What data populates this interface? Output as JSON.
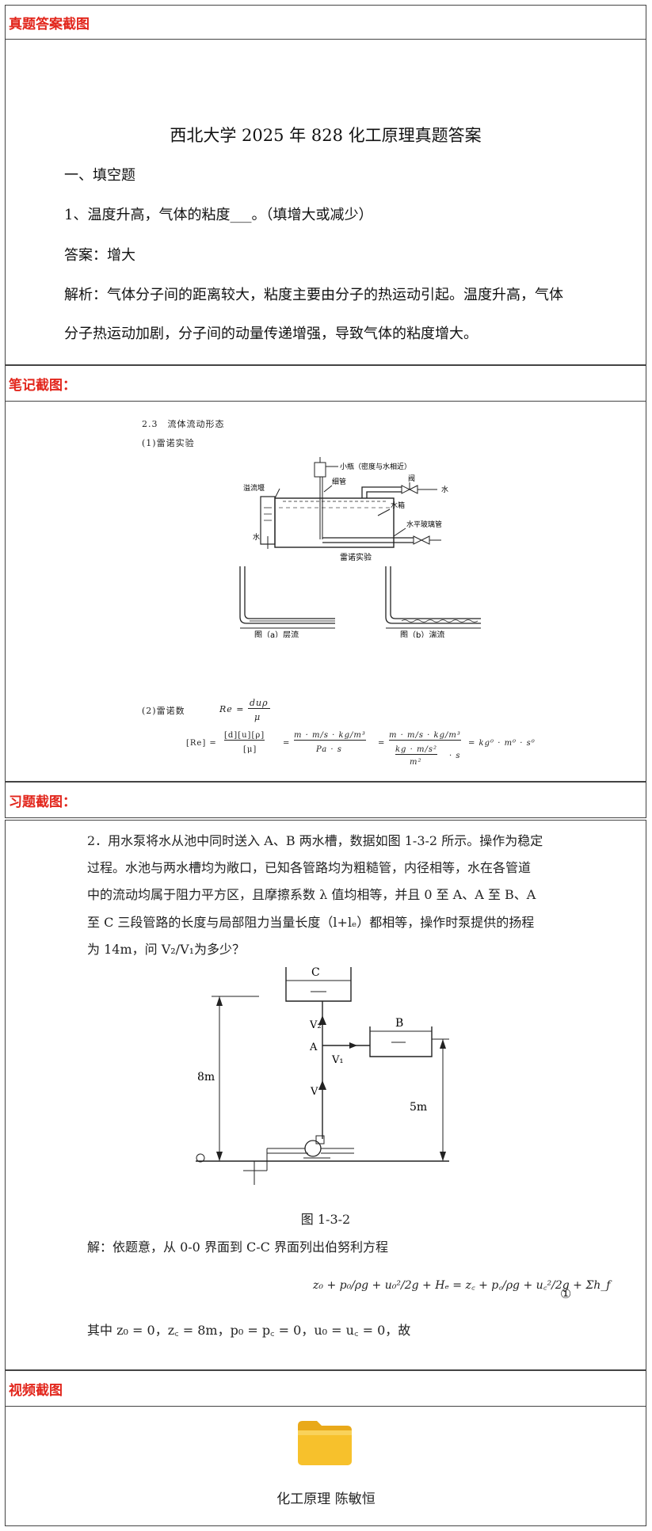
{
  "section1": {
    "header": "真题答案截图",
    "title": "西北大学 2025 年 828 化工原理真题答案",
    "heading": "一、填空题",
    "question": "1、温度升高，气体的粘度___。（填增大或减少）",
    "answer": "答案：增大",
    "analysis_1": "解析：气体分子间的距离较大，粘度主要由分子的热运动引起。温度升高，气体",
    "analysis_2": "分子热运动加剧，分子间的动量传递增强，导致气体的粘度增大。"
  },
  "section2": {
    "header": "笔记截图：",
    "heading": "2.3　流体流动形态",
    "sub1": "(1)雷诺实验",
    "labels": {
      "bottle": "小瓶（密度与水相近）",
      "valve": "阀",
      "water_right": "水",
      "weir": "溢流堰",
      "thin_tube": "细管",
      "tank": "水箱",
      "glass_tube": "水平玻璃管",
      "water_left": "水",
      "caption": "雷诺实验",
      "laminar": "图（a）层流",
      "turbulent": "图（b）湍流"
    },
    "sub2": "(2)雷诺数",
    "re_label": "Re =",
    "re_num": "duρ",
    "re_den": "μ",
    "dim_lhs": "[Re] =",
    "dim_frac1_num": "[d][u][ρ]",
    "dim_frac1_den": "[μ]",
    "dim_frac2_num": "m · m/s · kg/m³",
    "dim_frac2_den": "Pa · s",
    "dim_frac3_num": "m · m/s · kg/m³",
    "dim_frac3_den_top": "kg · m/s²",
    "dim_frac3_den_bot": "m²",
    "dim_frac3_den_s": "· s",
    "dim_result": "= kg⁰ · m⁰ · s⁰"
  },
  "section3": {
    "header": "习题截图：",
    "problem_lines": [
      "2．用水泵将水从池中同时送入 A、B 两水槽，数据如图 1-3-2 所示。操作为稳定",
      "过程。水池与两水槽均为敞口，已知各管路均为粗糙管，内径相等，水在各管道",
      "中的流动均属于阻力平方区，且摩擦系数 λ 值均相等，并且 0 至 A、A 至 B、A",
      "至 C 三段管路的长度与局部阻力当量长度（l+lₑ）都相等，操作时泵提供的扬程",
      "为 14m，问 V₂/V₁为多少？"
    ],
    "fig_labels": {
      "c": "C",
      "b": "B",
      "a": "A",
      "v2": "V₂",
      "v1": "V₁",
      "v": "V",
      "h8": "8m",
      "h5": "5m"
    },
    "fig_caption": "图 1-3-2",
    "solution": "解：依题意，从 0-0 界面到 C-C 界面列出伯努利方程",
    "equation": "z₀ + p₀/ρg + u₀²/2g + Hₑ = z꜀ + p꜀/ρg + u꜀²/2g + Σh_f",
    "eq_number": "①",
    "where": "其中 z₀ = 0，z꜀ = 8m，p₀ = p꜀ = 0，u₀ = u꜀ = 0，故"
  },
  "section4": {
    "header": "视频截图",
    "folder_icon": "folder-icon",
    "folder_name": "化工原理 陈敏恒"
  },
  "colors": {
    "header_red": "#e2261c",
    "border": "#444444",
    "folder_yellow": "#f7c12c"
  }
}
